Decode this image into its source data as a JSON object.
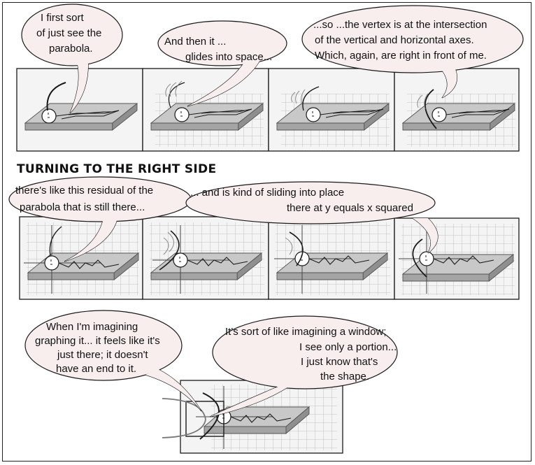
{
  "row1": {
    "bubbles": [
      {
        "lines": [
          "I first sort",
          "of just see the",
          "parabola."
        ]
      },
      {
        "lines": [
          "And then it ...",
          "glides into space..."
        ]
      },
      {
        "lines": [
          "...so ...the vertex is at the intersection",
          "of the vertical and horizontal axes.",
          "Which, again, are right in front of me."
        ]
      }
    ]
  },
  "section_title": "TURNING TO THE RIGHT SIDE",
  "row2": {
    "bubbles": [
      {
        "lines": [
          "there's like this residual of the",
          "parabola that is still there..."
        ]
      },
      {
        "lines": [
          "... and is kind of sliding into place",
          "there at y equals x squared"
        ]
      }
    ]
  },
  "row3": {
    "bubbles": [
      {
        "lines": [
          "When I'm imagining",
          "graphing it... it feels like it's",
          "just there; it doesn't",
          "have an end to it."
        ]
      },
      {
        "lines": [
          "It's sort of like imagining a window;",
          "I see only a portion...",
          "I just know that's",
          "the shape."
        ]
      }
    ]
  },
  "colors": {
    "ink": "#1a1a1a",
    "bubble_fill": "#f8eeee",
    "board_top": "#c8c8c8",
    "board_side": "#a4a4a4",
    "grid": "#b0b0b0"
  }
}
